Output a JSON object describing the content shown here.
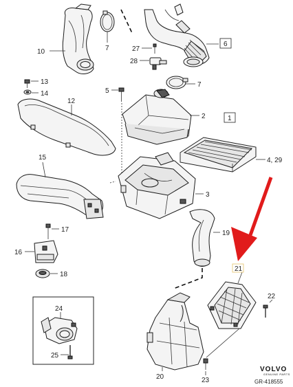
{
  "callouts": {
    "c1": "1",
    "c2": "2",
    "c3": "3",
    "c4": "4, 29",
    "c5": "5",
    "c6": "6",
    "c7a": "7",
    "c7b": "7",
    "c10": "10",
    "c12": "12",
    "c13": "13",
    "c14": "14",
    "c15": "15",
    "c16": "16",
    "c17": "17",
    "c18": "18",
    "c19": "19",
    "c20": "20",
    "c21": "21",
    "c22": "22",
    "c23": "23",
    "c24": "24",
    "c25": "25",
    "c27": "27",
    "c28": "28"
  },
  "brand": {
    "name": "VOLVO",
    "sub": "GENUINE PARTS",
    "reference": "GR-418555"
  },
  "colors": {
    "arrow": "#e11b1b",
    "highlight_box": "#e8c97a",
    "line": "#1a1a1a"
  }
}
